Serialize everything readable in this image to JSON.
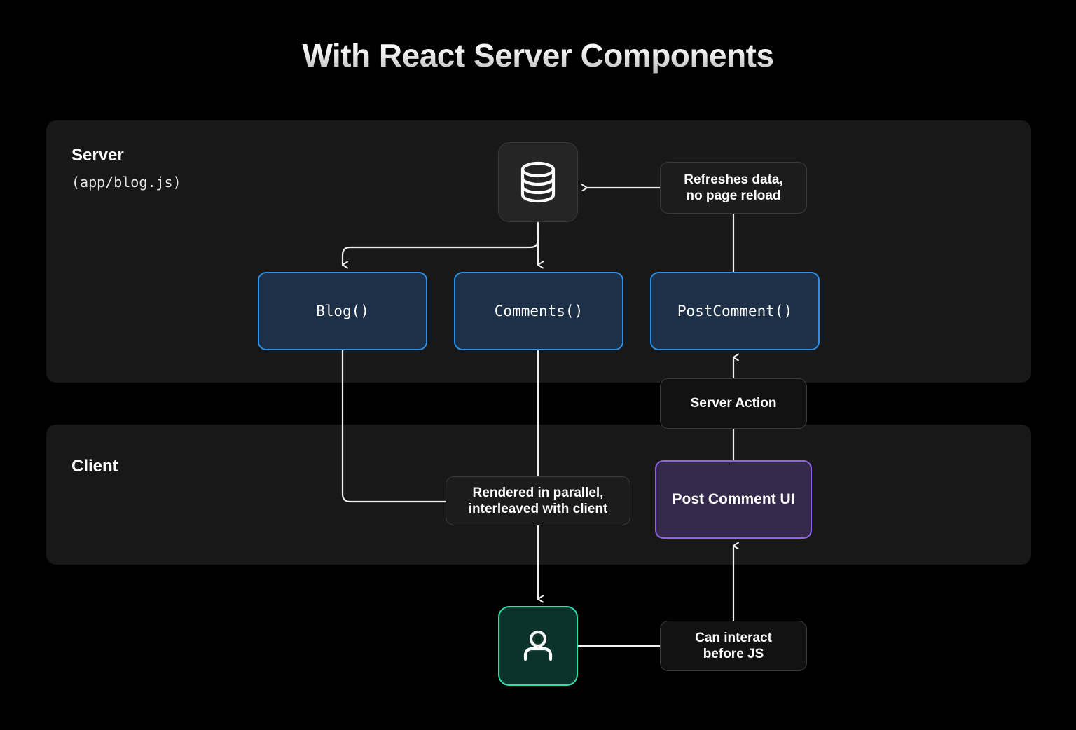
{
  "title": "With React Server Components",
  "colors": {
    "background": "#000000",
    "panel": "#181818",
    "server_node_fill": "#1d3048",
    "server_node_border": "#2e8ee8",
    "client_node_fill": "#35294a",
    "client_node_border": "#9065e6",
    "user_node_fill": "#0c322c",
    "user_node_border": "#2ee0b0",
    "note_fill": "#1c1c1c",
    "note_border": "#3b3b3b",
    "edge": "#f0f0f0",
    "text": "#ffffff"
  },
  "panels": [
    {
      "name": "server",
      "title": "Server",
      "subtitle": "(app/blog.js)"
    },
    {
      "name": "client",
      "title": "Client",
      "subtitle": ""
    }
  ],
  "nodes": {
    "database": {
      "label": "",
      "icon": "database-icon"
    },
    "blog": {
      "label": "Blog()"
    },
    "comments": {
      "label": "Comments()"
    },
    "post_comment": {
      "label": "PostComment()"
    },
    "post_comment_ui": {
      "label": "Post Comment UI"
    },
    "user": {
      "label": "",
      "icon": "user-icon"
    }
  },
  "notes": {
    "refresh": {
      "line1": "Refreshes data,",
      "line2": "no page reload"
    },
    "server_action": {
      "line1": "Server Action",
      "line2": ""
    },
    "parallel": {
      "line1": "Rendered in parallel,",
      "line2": "interleaved with client"
    },
    "interact": {
      "line1": "Can interact",
      "line2": "before JS"
    }
  },
  "edges": [
    {
      "from": "refresh",
      "to": "database",
      "arrow": "left"
    },
    {
      "from": "database",
      "to": "blog",
      "arrow": "down"
    },
    {
      "from": "database",
      "to": "comments",
      "arrow": "down"
    },
    {
      "from": "refresh",
      "to": "post_comment",
      "arrow": "none"
    },
    {
      "from": "blog",
      "to": "parallel",
      "arrow": "none"
    },
    {
      "from": "comments",
      "to": "user",
      "arrow": "down"
    },
    {
      "from": "server_action",
      "to": "post_comment",
      "arrow": "up"
    },
    {
      "from": "post_comment_ui",
      "to": "server_action",
      "arrow": "none"
    },
    {
      "from": "interact",
      "to": "post_comment_ui",
      "arrow": "up"
    },
    {
      "from": "user",
      "to": "interact",
      "arrow": "none"
    }
  ]
}
